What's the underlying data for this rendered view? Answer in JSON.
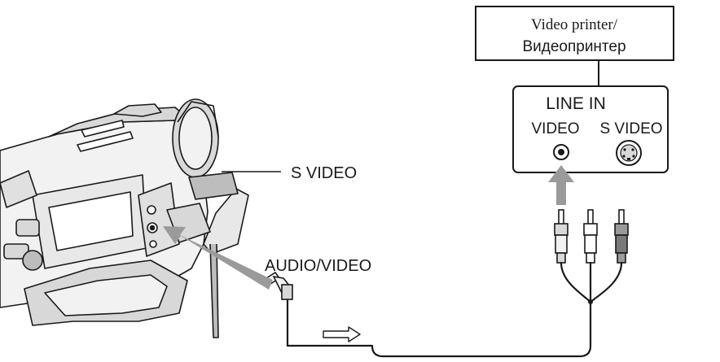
{
  "printer": {
    "label_en": "Video printer/",
    "label_ru": "Видеопринтер"
  },
  "panel": {
    "title": "LINE IN",
    "video_label": "VIDEO",
    "svideo_label": "S VIDEO"
  },
  "callouts": {
    "s_video": "S VIDEO",
    "audio_video": "AUDIO/VIDEO"
  },
  "colors": {
    "line": "#1a1a1a",
    "gray_arrow": "#9a9a9a",
    "body_light": "#f2f2f2",
    "body_mid": "#d8d8d8",
    "body_dark": "#bdbdbd"
  }
}
